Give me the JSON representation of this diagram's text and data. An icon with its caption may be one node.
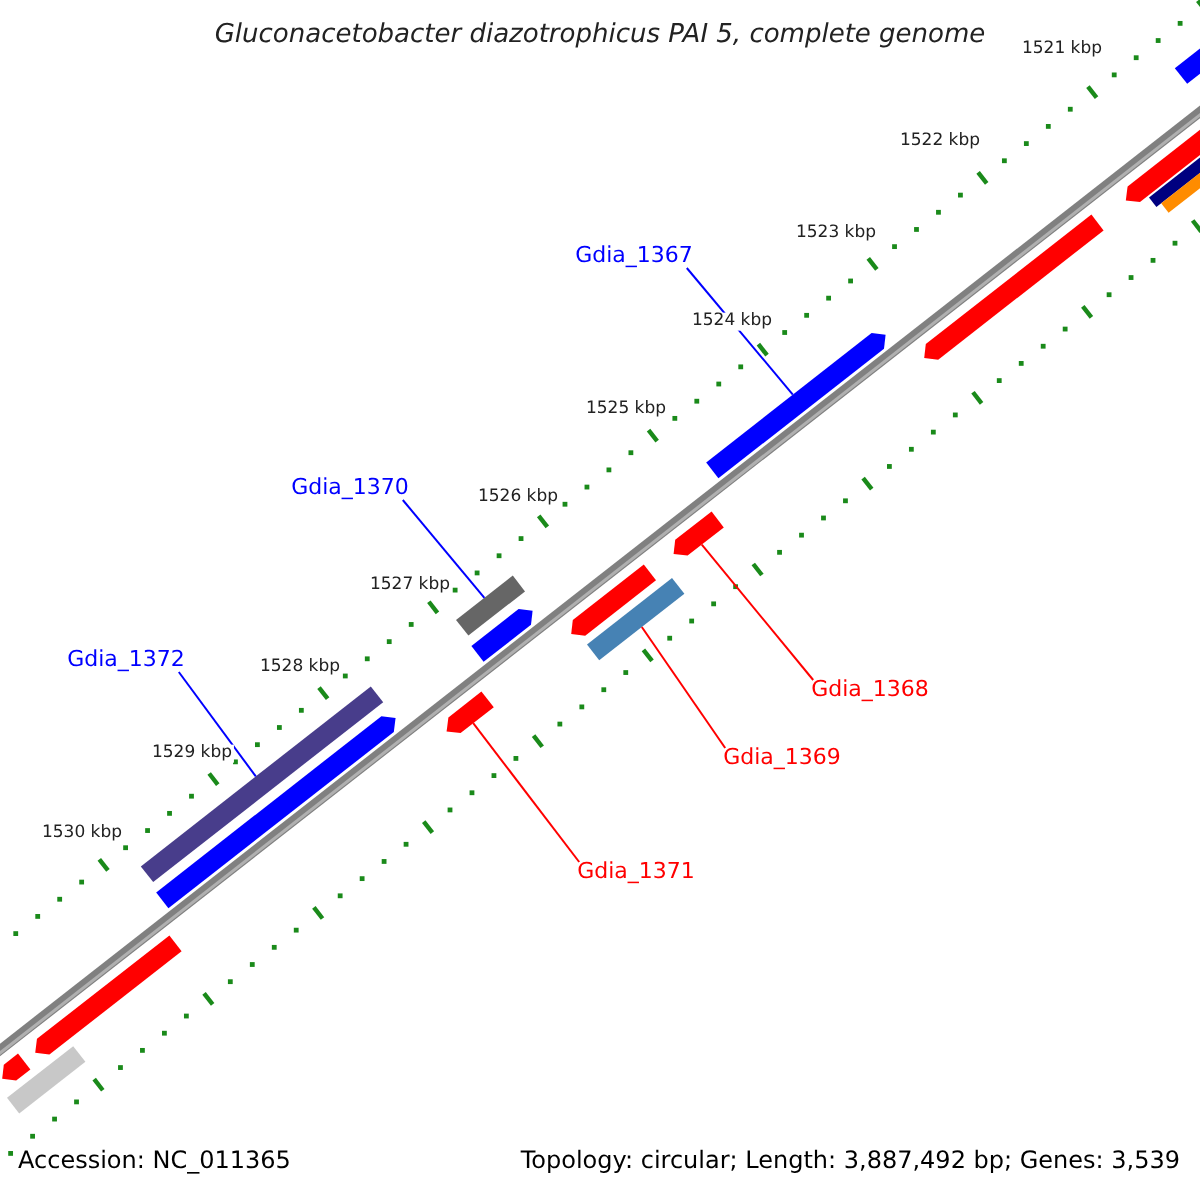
{
  "diagram": {
    "title": "Gluconacetobacter diazotrophicus PAI 5, complete genome",
    "nodes": [
      {
        "text": [
          "Gdia_1367"
        ]
      },
      {
        "text": [],
        "shape": "arrow"
      },
      {
        "text": [
          "Gdia_1370"
        ]
      },
      {
        "text": [],
        "shape": "bar"
      },
      {
        "text": [
          "Gdia_1372"
        ]
      },
      {
        "text": [],
        "shape": "bar"
      },
      {
        "text": [
          "Gdia_1368"
        ]
      },
      {
        "text": [],
        "shape": "arrow"
      },
      {
        "text": [
          "Gdia_1369"
        ]
      },
      {
        "text": [],
        "shape": "bar"
      },
      {
        "text": [
          "Gdia_1371"
        ]
      },
      {
        "text": [],
        "shape": "arrow"
      },
      {
        "text": [],
        "shape": "arrow"
      },
      {
        "text": [],
        "shape": "arrow"
      },
      {
        "text": [],
        "shape": "bar"
      },
      {
        "text": [],
        "shape": "bar"
      },
      {
        "text": [],
        "shape": "arrow"
      },
      {
        "text": [],
        "shape": "arrow"
      },
      {
        "text": [],
        "shape": "arrow"
      },
      {
        "text": [],
        "shape": "arrow"
      },
      {
        "text": [],
        "shape": "arrow"
      },
      {
        "text": [],
        "shape": "arrow"
      },
      {
        "text": [],
        "shape": "bar"
      }
    ],
    "edges": [
      {
        "from": 0,
        "to": 1,
        "arrow": "none",
        "color": "#0000ff"
      },
      {
        "from": 2,
        "to": 3,
        "arrow": "none",
        "color": "#0000ff"
      },
      {
        "from": 4,
        "to": 5,
        "arrow": "none",
        "color": "#0000ff"
      },
      {
        "from": 6,
        "to": 7,
        "arrow": "none",
        "color": "#ff0000"
      },
      {
        "from": 8,
        "to": 9,
        "arrow": "none",
        "color": "#ff0000"
      },
      {
        "from": 10,
        "to": 11,
        "arrow": "none",
        "color": "#ff0000"
      }
    ],
    "labels": [
      "1521 kbp",
      "1522 kbp",
      "1523 kbp",
      "1524 kbp",
      "1525 kbp",
      "1526 kbp",
      "1527 kbp",
      "1528 kbp",
      "1529 kbp",
      "1530 kbp",
      "Accession: NC_011365",
      "Topology: circular; Length: 3,887,492 bp; Genes: 3,539"
    ]
  }
}
